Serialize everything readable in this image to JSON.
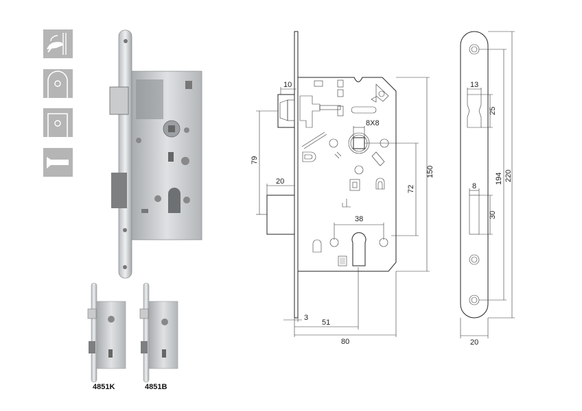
{
  "icons": [
    {
      "name": "door-handle-icon"
    },
    {
      "name": "round-front-plate-icon"
    },
    {
      "name": "square-front-plate-icon"
    },
    {
      "name": "screw-fixing-icon"
    }
  ],
  "variants": [
    {
      "label": "4851K"
    },
    {
      "label": "4851B"
    }
  ],
  "dimensions": {
    "latch_width": "10",
    "latch_offset": "79",
    "bolt_width": "20",
    "spindle": "8X8",
    "spindle_to_cylinder": "72",
    "body_height": "150",
    "cylinder_width": "38",
    "plate_thickness": "3",
    "backset": "51",
    "body_depth": "80",
    "plate_latch_width": "13",
    "plate_latch_height": "25",
    "plate_bolt_width": "8",
    "plate_bolt_height": "30",
    "plate_screw_distance": "194",
    "plate_length": "220",
    "plate_width": "20"
  },
  "colors": {
    "icon_bg": "#b5b5b5",
    "metal": "#c8cacc",
    "line": "#222222"
  }
}
